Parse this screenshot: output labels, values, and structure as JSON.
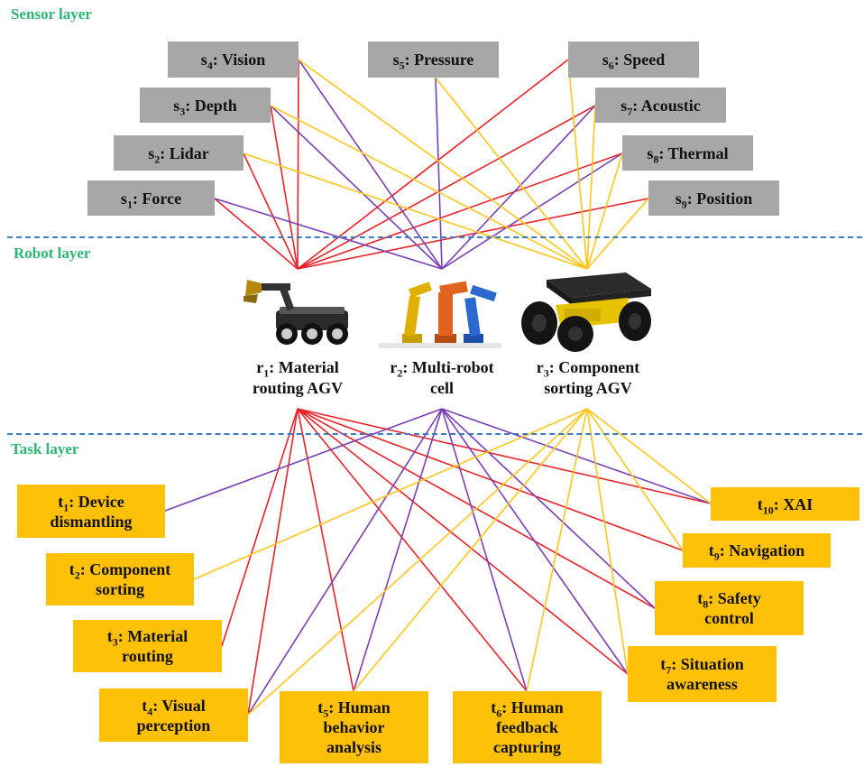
{
  "layers": {
    "sensor": "Sensor layer",
    "robot": "Robot layer",
    "task": "Task layer"
  },
  "sensors": [
    {
      "id": "s1",
      "sym": "s",
      "idx": "1",
      "text": ": Force"
    },
    {
      "id": "s2",
      "sym": "s",
      "idx": "2",
      "text": ": Lidar"
    },
    {
      "id": "s3",
      "sym": "s",
      "idx": "3",
      "text": ": Depth"
    },
    {
      "id": "s4",
      "sym": "s",
      "idx": "4",
      "text": ": Vision"
    },
    {
      "id": "s5",
      "sym": "s",
      "idx": "5",
      "text": ": Pressure"
    },
    {
      "id": "s6",
      "sym": "s",
      "idx": "6",
      "text": ": Speed"
    },
    {
      "id": "s7",
      "sym": "s",
      "idx": "7",
      "text": ": Acoustic"
    },
    {
      "id": "s8",
      "sym": "s",
      "idx": "8",
      "text": ": Thermal"
    },
    {
      "id": "s9",
      "sym": "s",
      "idx": "9",
      "text": ": Position"
    }
  ],
  "robots": [
    {
      "id": "r1",
      "sym": "r",
      "idx": "1",
      "line1": ": Material",
      "line2": "routing AGV",
      "color": "#e8232a"
    },
    {
      "id": "r2",
      "sym": "r",
      "idx": "2",
      "line1": ": Multi-robot",
      "line2": "cell",
      "color": "#7b3fb5"
    },
    {
      "id": "r3",
      "sym": "r",
      "idx": "3",
      "line1": ": Component",
      "line2": "sorting AGV",
      "color": "#ffc61a"
    }
  ],
  "tasks": [
    {
      "id": "t1",
      "sym": "t",
      "idx": "1",
      "line1": ": Device",
      "line2": "dismantling"
    },
    {
      "id": "t2",
      "sym": "t",
      "idx": "2",
      "line1": ": Component",
      "line2": "sorting"
    },
    {
      "id": "t3",
      "sym": "t",
      "idx": "3",
      "line1": ": Material",
      "line2": "routing"
    },
    {
      "id": "t4",
      "sym": "t",
      "idx": "4",
      "line1": ": Visual",
      "line2": "perception"
    },
    {
      "id": "t5",
      "sym": "t",
      "idx": "5",
      "line1": ": Human",
      "line2": "behavior",
      "line3": "analysis"
    },
    {
      "id": "t6",
      "sym": "t",
      "idx": "6",
      "line1": ": Human",
      "line2": "feedback",
      "line3": "capturing"
    },
    {
      "id": "t7",
      "sym": "t",
      "idx": "7",
      "line1": ": Situation",
      "line2": "awareness"
    },
    {
      "id": "t8",
      "sym": "t",
      "idx": "8",
      "line1": ": Safety",
      "line2": "control"
    },
    {
      "id": "t9",
      "sym": "t",
      "idx": "9",
      "line1": ": Navigation"
    },
    {
      "id": "t10",
      "sym": "t",
      "idx": "10",
      "line1": ": XAI"
    }
  ],
  "edges": [
    [
      "r1",
      "s1"
    ],
    [
      "r1",
      "s2"
    ],
    [
      "r1",
      "s3"
    ],
    [
      "r1",
      "s4"
    ],
    [
      "r1",
      "s6"
    ],
    [
      "r1",
      "s7"
    ],
    [
      "r1",
      "s8"
    ],
    [
      "r1",
      "s9"
    ],
    [
      "r2",
      "s1"
    ],
    [
      "r2",
      "s3"
    ],
    [
      "r2",
      "s4"
    ],
    [
      "r2",
      "s5"
    ],
    [
      "r2",
      "s7"
    ],
    [
      "r2",
      "s8"
    ],
    [
      "r3",
      "s2"
    ],
    [
      "r3",
      "s3"
    ],
    [
      "r3",
      "s4"
    ],
    [
      "r3",
      "s5"
    ],
    [
      "r3",
      "s6"
    ],
    [
      "r3",
      "s7"
    ],
    [
      "r3",
      "s8"
    ],
    [
      "r3",
      "s9"
    ],
    [
      "r1",
      "t3"
    ],
    [
      "r1",
      "t4"
    ],
    [
      "r1",
      "t5"
    ],
    [
      "r1",
      "t6"
    ],
    [
      "r1",
      "t7"
    ],
    [
      "r1",
      "t8"
    ],
    [
      "r1",
      "t9"
    ],
    [
      "r1",
      "t10"
    ],
    [
      "r2",
      "t1"
    ],
    [
      "r2",
      "t4"
    ],
    [
      "r2",
      "t5"
    ],
    [
      "r2",
      "t6"
    ],
    [
      "r2",
      "t7"
    ],
    [
      "r2",
      "t8"
    ],
    [
      "r2",
      "t10"
    ],
    [
      "r3",
      "t2"
    ],
    [
      "r3",
      "t4"
    ],
    [
      "r3",
      "t5"
    ],
    [
      "r3",
      "t6"
    ],
    [
      "r3",
      "t7"
    ],
    [
      "r3",
      "t9"
    ],
    [
      "r3",
      "t10"
    ]
  ]
}
